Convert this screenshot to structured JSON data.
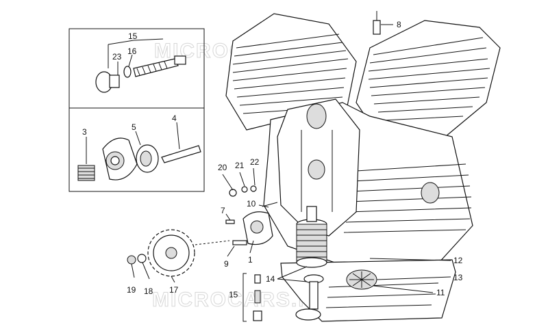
{
  "watermarks": [
    "MICROCARS.NET",
    "MICROCARS.NET"
  ],
  "callouts": [
    {
      "id": "8",
      "text": "8"
    },
    {
      "id": "15a",
      "text": "15"
    },
    {
      "id": "23",
      "text": "23"
    },
    {
      "id": "16",
      "text": "16"
    },
    {
      "id": "3",
      "text": "3"
    },
    {
      "id": "5",
      "text": "5"
    },
    {
      "id": "4",
      "text": "4"
    },
    {
      "id": "20",
      "text": "20"
    },
    {
      "id": "21",
      "text": "21"
    },
    {
      "id": "22",
      "text": "22"
    },
    {
      "id": "10",
      "text": "10"
    },
    {
      "id": "7",
      "text": "7"
    },
    {
      "id": "9",
      "text": "9"
    },
    {
      "id": "1",
      "text": "1"
    },
    {
      "id": "12",
      "text": "12"
    },
    {
      "id": "13",
      "text": "13"
    },
    {
      "id": "14",
      "text": "14"
    },
    {
      "id": "11",
      "text": "11"
    },
    {
      "id": "15b",
      "text": "15"
    },
    {
      "id": "19",
      "text": "19"
    },
    {
      "id": "18",
      "text": "18"
    },
    {
      "id": "17",
      "text": "17"
    }
  ]
}
